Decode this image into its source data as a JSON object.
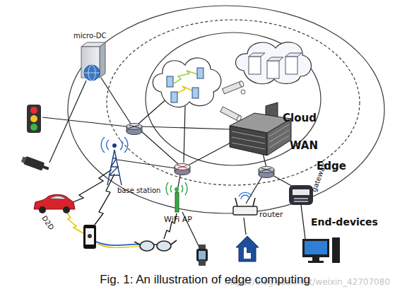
{
  "diagram": {
    "caption": "Fig. 1: An illustration of edge computing",
    "nodes": [
      {
        "text": [
          "Edge"
        ]
      },
      {
        "text": [
          "WAN"
        ],
        "in": 0
      },
      {
        "text": [
          "Cloud"
        ],
        "in": 1
      }
    ],
    "labels": [
      "micro-DC",
      "base station",
      "WiFi AP",
      "router",
      "gateway",
      "D2D",
      "End-devices",
      "https://blog.csdn.net/weixin_42707080"
    ]
  }
}
